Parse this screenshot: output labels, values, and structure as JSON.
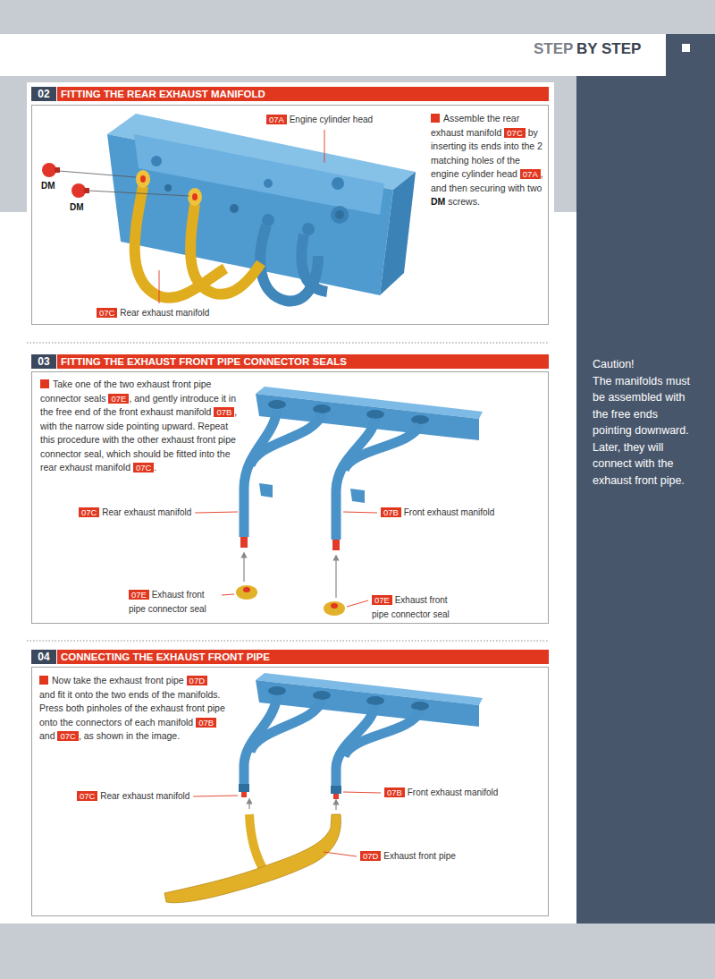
{
  "diagram": {
    "nodes": [
      {
        "text": [
          "02",
          "FITTING THE REAR EXHAUST MANIFOLD"
        ]
      },
      {
        "text": [
          "Assemble the rear exhaust manifold",
          "07C",
          "by inserting its ends into the 2 matching holes of the engine cylinder head",
          "07A",
          ", and then securing with two",
          "DM",
          "screws."
        ]
      },
      {
        "text": [
          "07A",
          "Engine cylinder head"
        ],
        "in": 1
      },
      {
        "text": [
          "07C",
          "Rear exhaust manifold"
        ],
        "in": 1
      },
      {
        "text": [
          "03",
          "FITTING THE EXHAUST FRONT PIPE CONNECTOR SEALS"
        ]
      },
      {
        "text": [
          "Take one of the two exhaust front pipe connector seals",
          "07E",
          ", and gently introduce it in the free end of the front exhaust manifold",
          "07B",
          ", with the narrow side pointing upward. Repeat this procedure with the other exhaust front pipe connector seal, which should be fitted into the rear exhaust manifold",
          "07C",
          "."
        ]
      },
      {
        "text": [
          "07C",
          "Rear exhaust manifold"
        ],
        "in": 5
      },
      {
        "text": [
          "07B",
          "Front exhaust manifold"
        ],
        "in": 5
      },
      {
        "text": [
          "07E",
          "Exhaust front pipe connector seal"
        ],
        "in": 5
      },
      {
        "text": [
          "07E",
          "Exhaust front pipe connector seal"
        ],
        "in": 5
      },
      {
        "text": [
          "04",
          "CONNECTING THE EXHAUST FRONT PIPE"
        ]
      },
      {
        "text": [
          "Now take the exhaust front pipe",
          "07D",
          "and fit it onto the two ends of the manifolds. Press both pinholes of the exhaust front pipe onto the connectors of each manifold",
          "07B",
          "and",
          "07C",
          ", as shown in the image."
        ]
      },
      {
        "text": [
          "07C",
          "Rear exhaust manifold"
        ],
        "in": 11
      },
      {
        "text": [
          "07B",
          "Front exhaust manifold"
        ],
        "in": 11
      },
      {
        "text": [
          "07D",
          "Exhaust front pipe"
        ],
        "in": 11
      },
      {
        "text": [
          "Caution!",
          "The manifolds must be assembled with the free ends pointing downward. Later, they will connect with the exhaust front pipe."
        ]
      }
    ],
    "labels": [
      "STEP",
      "BY STEP",
      "DM",
      "DM"
    ]
  }
}
